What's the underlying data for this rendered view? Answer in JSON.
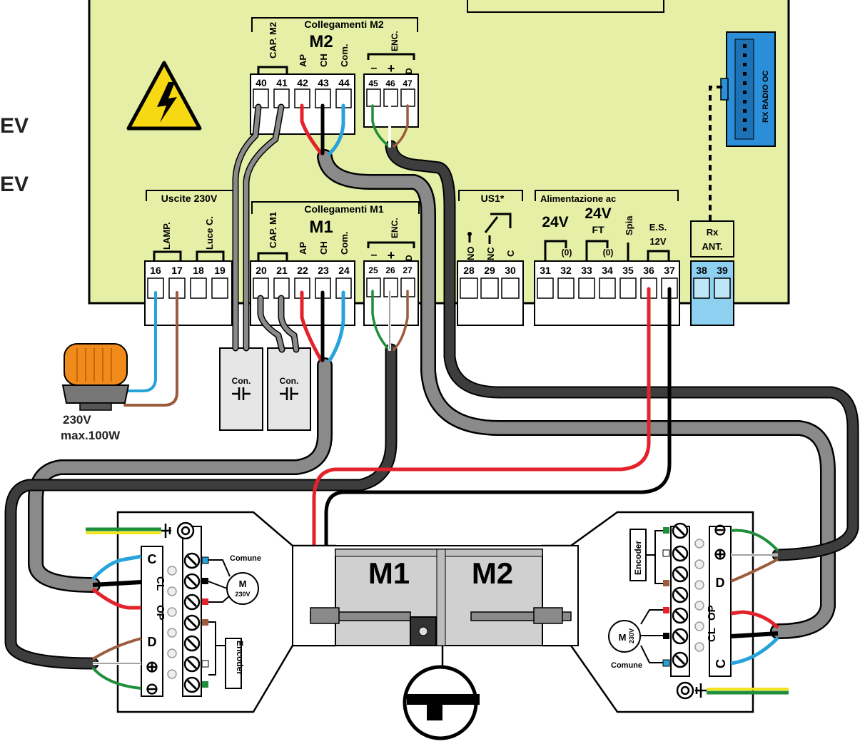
{
  "edge_text": [
    "EV",
    "EV"
  ],
  "m2_group": {
    "title": "Collegamenti M2",
    "name": "M2",
    "labels": [
      "CAP. M2",
      "AP",
      "CH",
      "Com.",
      "ENC."
    ],
    "terminals": [
      "40",
      "41",
      "42",
      "43",
      "44"
    ],
    "enc_terminals": [
      "45",
      "46",
      "47"
    ],
    "enc_signs": [
      "–",
      "+",
      "D"
    ]
  },
  "m1_group": {
    "title": "Collegamenti M1",
    "name": "M1",
    "labels": [
      "CAP. M1",
      "AP",
      "CH",
      "Com.",
      "ENC."
    ],
    "terminals": [
      "20",
      "21",
      "22",
      "23",
      "24"
    ],
    "enc_terminals": [
      "25",
      "26",
      "27"
    ],
    "enc_signs": [
      "–",
      "+",
      "D"
    ]
  },
  "outputs": {
    "title": "Uscite 230V",
    "lamp": "LAMP.",
    "light": "Luce C.",
    "terminals": [
      "16",
      "17",
      "18",
      "19"
    ]
  },
  "us1": {
    "title": "US1*",
    "labels": [
      "NO",
      "NC",
      "C"
    ],
    "terminals": [
      "28",
      "29",
      "30"
    ]
  },
  "power": {
    "title": "Alimentazione ac",
    "v24": "24V",
    "zero": "(0)",
    "v24ft": "24V",
    "ft": "FT",
    "spia": "Spia",
    "es": "E.S.",
    "v12": "12V",
    "terminals": [
      "31",
      "32",
      "33",
      "34",
      "35",
      "36",
      "37"
    ]
  },
  "antenna": {
    "label1": "Rx",
    "label2": "ANT.",
    "terminals": [
      "38",
      "39"
    ]
  },
  "radio": {
    "label": "RX RADIO OC"
  },
  "lamp_info": {
    "line1": "230V",
    "line2": "max.100W"
  },
  "capacitor": {
    "label": "Con."
  },
  "motor_left": {
    "comune": "Comune",
    "m": "M",
    "v": "230V",
    "encoder": "Encoder",
    "pins": [
      "C",
      "CL",
      "OP",
      "D"
    ]
  },
  "motor_right": {
    "comune": "Comune",
    "m": "M",
    "v": "230V",
    "encoder": "Encoder",
    "pins": [
      "C",
      "CL",
      "OP",
      "D"
    ]
  },
  "gate": {
    "left": "M1",
    "right": "M2"
  },
  "colors": {
    "board": "#e5efa6",
    "red": "#e3222b",
    "blue": "#27a3dc",
    "brown": "#9c5b3c",
    "green": "#1f8e3a",
    "gray": "#8a8a8a",
    "dark": "#3d3d3d",
    "lamp": "#f08a1a",
    "radio": "#2a8fd8",
    "ant": "#8ed0f0",
    "yellow": "#f3e51c"
  }
}
